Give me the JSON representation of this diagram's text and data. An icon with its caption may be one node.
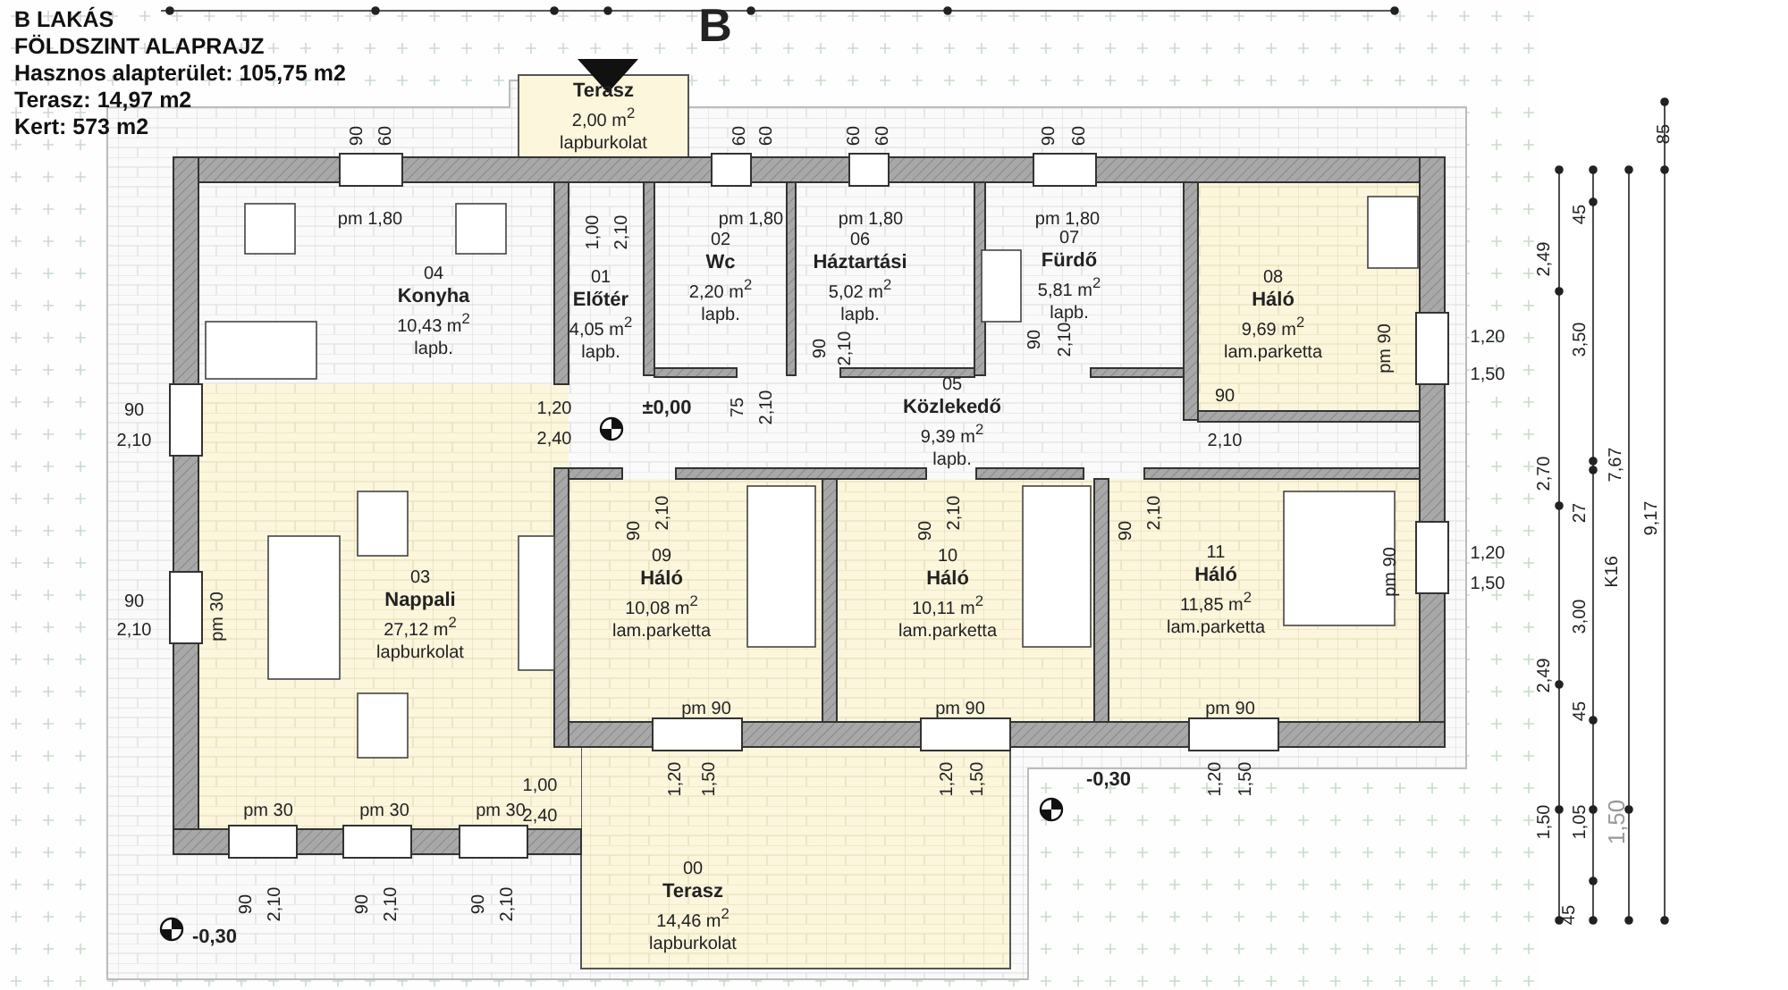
{
  "diagram": {
    "title": "B LAKÁS",
    "nodes": [
      {
        "text": [
          "Terasz",
          "2,00 m$^{2}$",
          "lapburkolat"
        ]
      },
      {
        "text": [
          "04",
          "Konyha",
          "10,43 m$^{2}$",
          "lapb."
        ]
      },
      {
        "text": [
          "01",
          "Előtér",
          "4,05 m$^{2}$",
          "lapb."
        ]
      },
      {
        "text": [
          "02",
          "Wc",
          "2,20 m$^{2}$",
          "lapb."
        ]
      },
      {
        "text": [
          "06",
          "Háztartási",
          "5,02 m$^{2}$",
          "lapb."
        ]
      },
      {
        "text": [
          "07",
          "Fürdő",
          "5,81 m$^{2}$",
          "lapb."
        ]
      },
      {
        "text": [
          "08",
          "Háló",
          "9,69 m$^{2}$",
          "lam.parketta"
        ]
      },
      {
        "text": [
          "05",
          "Közlekedő",
          "9,39 m$^{2}$",
          "lapb."
        ]
      },
      {
        "text": [
          "03",
          "Nappali",
          "27,12 m$^{2}$",
          "lapburkolat"
        ]
      },
      {
        "text": [
          "09",
          "Háló",
          "10,08 m$^{2}$",
          "lam.parketta"
        ]
      },
      {
        "text": [
          "10",
          "Háló",
          "10,11 m$^{2}$",
          "lam.parketta"
        ]
      },
      {
        "text": [
          "11",
          "Háló",
          "11,85 m$^{2}$",
          "lam.parketta"
        ]
      },
      {
        "text": [
          "00",
          "Terasz",
          "14,46 m$^{2}$",
          "lapburkolat"
        ]
      }
    ],
    "labels": [
      "FÖLDSZINT ALAPRAJZ",
      "Hasznos alapterület: 105,75 m2",
      "Terasz:  14,97 m2",
      "Kert: 573 m2",
      "B",
      "90",
      "60",
      "pm 1,80",
      "1,00",
      "2,10",
      "60",
      "60",
      "pm 1,80",
      "60",
      "60",
      "pm 1,80",
      "90",
      "60",
      "pm 1,80",
      "90",
      "2,10",
      "90",
      "2,10",
      "75",
      "2,10",
      "pm 90",
      "1,20",
      "1,50",
      "1,20",
      "±0,00",
      "2,40",
      "90",
      "2,10",
      "90",
      "2,10",
      "pm 30",
      "90",
      "2,10",
      "90",
      "2,10",
      "90",
      "2,10",
      "90",
      "2,10",
      "pm 90",
      "1,20",
      "1,50",
      "pm 90",
      "1,20",
      "1,50",
      "pm 90",
      "1,20",
      "1,50",
      "pm 90",
      "1,20",
      "1,50",
      "1,00",
      "-0,30",
      "pm 30",
      "pm 30",
      "pm 30",
      "2,40",
      "90",
      "2,10",
      "90",
      "2,10",
      "90",
      "2,10",
      "-0,30",
      "85",
      "2,49",
      "45",
      "3,50",
      "2,70",
      "27",
      "7,67",
      "9,17",
      "K16",
      "3,00",
      "2,49",
      "45",
      "1,50",
      "1,05",
      "1,50",
      "45"
    ]
  }
}
